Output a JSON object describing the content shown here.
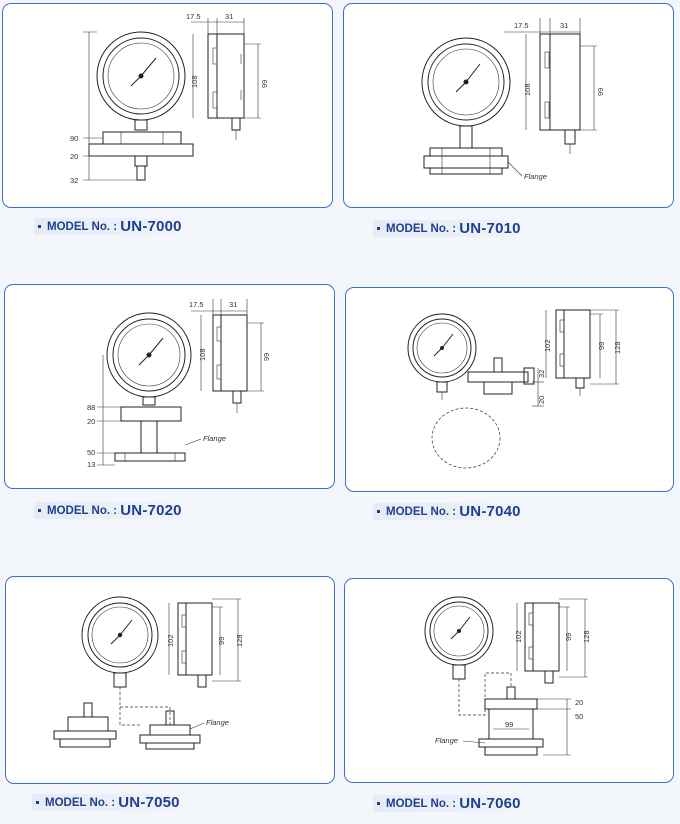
{
  "caption_prefix": "MODEL No. :",
  "models": [
    {
      "id": "UN-7000",
      "dims": {
        "d1": "17.5",
        "d2": "31",
        "d3": "108",
        "d4": "99",
        "d5": "90",
        "d6": "20",
        "d7": "32"
      }
    },
    {
      "id": "UN-7010",
      "dims": {
        "d1": "17.5",
        "d2": "31",
        "d3": "108",
        "d4": "99"
      },
      "flange": "Flange"
    },
    {
      "id": "UN-7020",
      "dims": {
        "d1": "17.5",
        "d2": "31",
        "d3": "108",
        "d4": "99",
        "d5": "88",
        "d6": "20",
        "d7": "50",
        "d8": "13"
      },
      "flange": "Flange"
    },
    {
      "id": "UN-7040",
      "dims": {
        "d3": "102",
        "d4": "99",
        "d9": "128",
        "d5": "32",
        "d6": "20"
      }
    },
    {
      "id": "UN-7050",
      "dims": {
        "d3": "102",
        "d4": "99",
        "d9": "128"
      },
      "flange": "Flange"
    },
    {
      "id": "UN-7060",
      "dims": {
        "d3": "102",
        "d4": "99",
        "d9": "128",
        "d5": "20",
        "d6": "50",
        "d10": "99"
      },
      "flange": "Flange"
    }
  ]
}
